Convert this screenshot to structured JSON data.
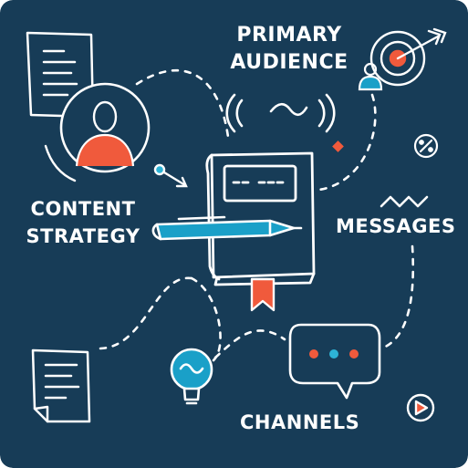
{
  "colors": {
    "background": "#173c57",
    "line": "#ffffff",
    "accent_orange": "#f05a3c",
    "accent_blue": "#1aa0c8",
    "dot_blue": "#2db3d6"
  },
  "labels": {
    "primary_audience": [
      "PRIMARY",
      "AUDIENCE"
    ],
    "content_strategy": [
      "CONTENT",
      "STRATEGY"
    ],
    "messages": "MESSAGES",
    "channels": "CHANNELS"
  },
  "icons": [
    "document-icon",
    "user-avatar-icon",
    "target-icon",
    "person-icon",
    "sound-waves-icon",
    "diamond-icon",
    "percent-icon",
    "zigzag-icon",
    "book-icon",
    "pen-icon",
    "bookmark-icon",
    "chat-bubble-icon",
    "lightbulb-icon",
    "note-document-icon",
    "play-icon",
    "pin-icon"
  ]
}
